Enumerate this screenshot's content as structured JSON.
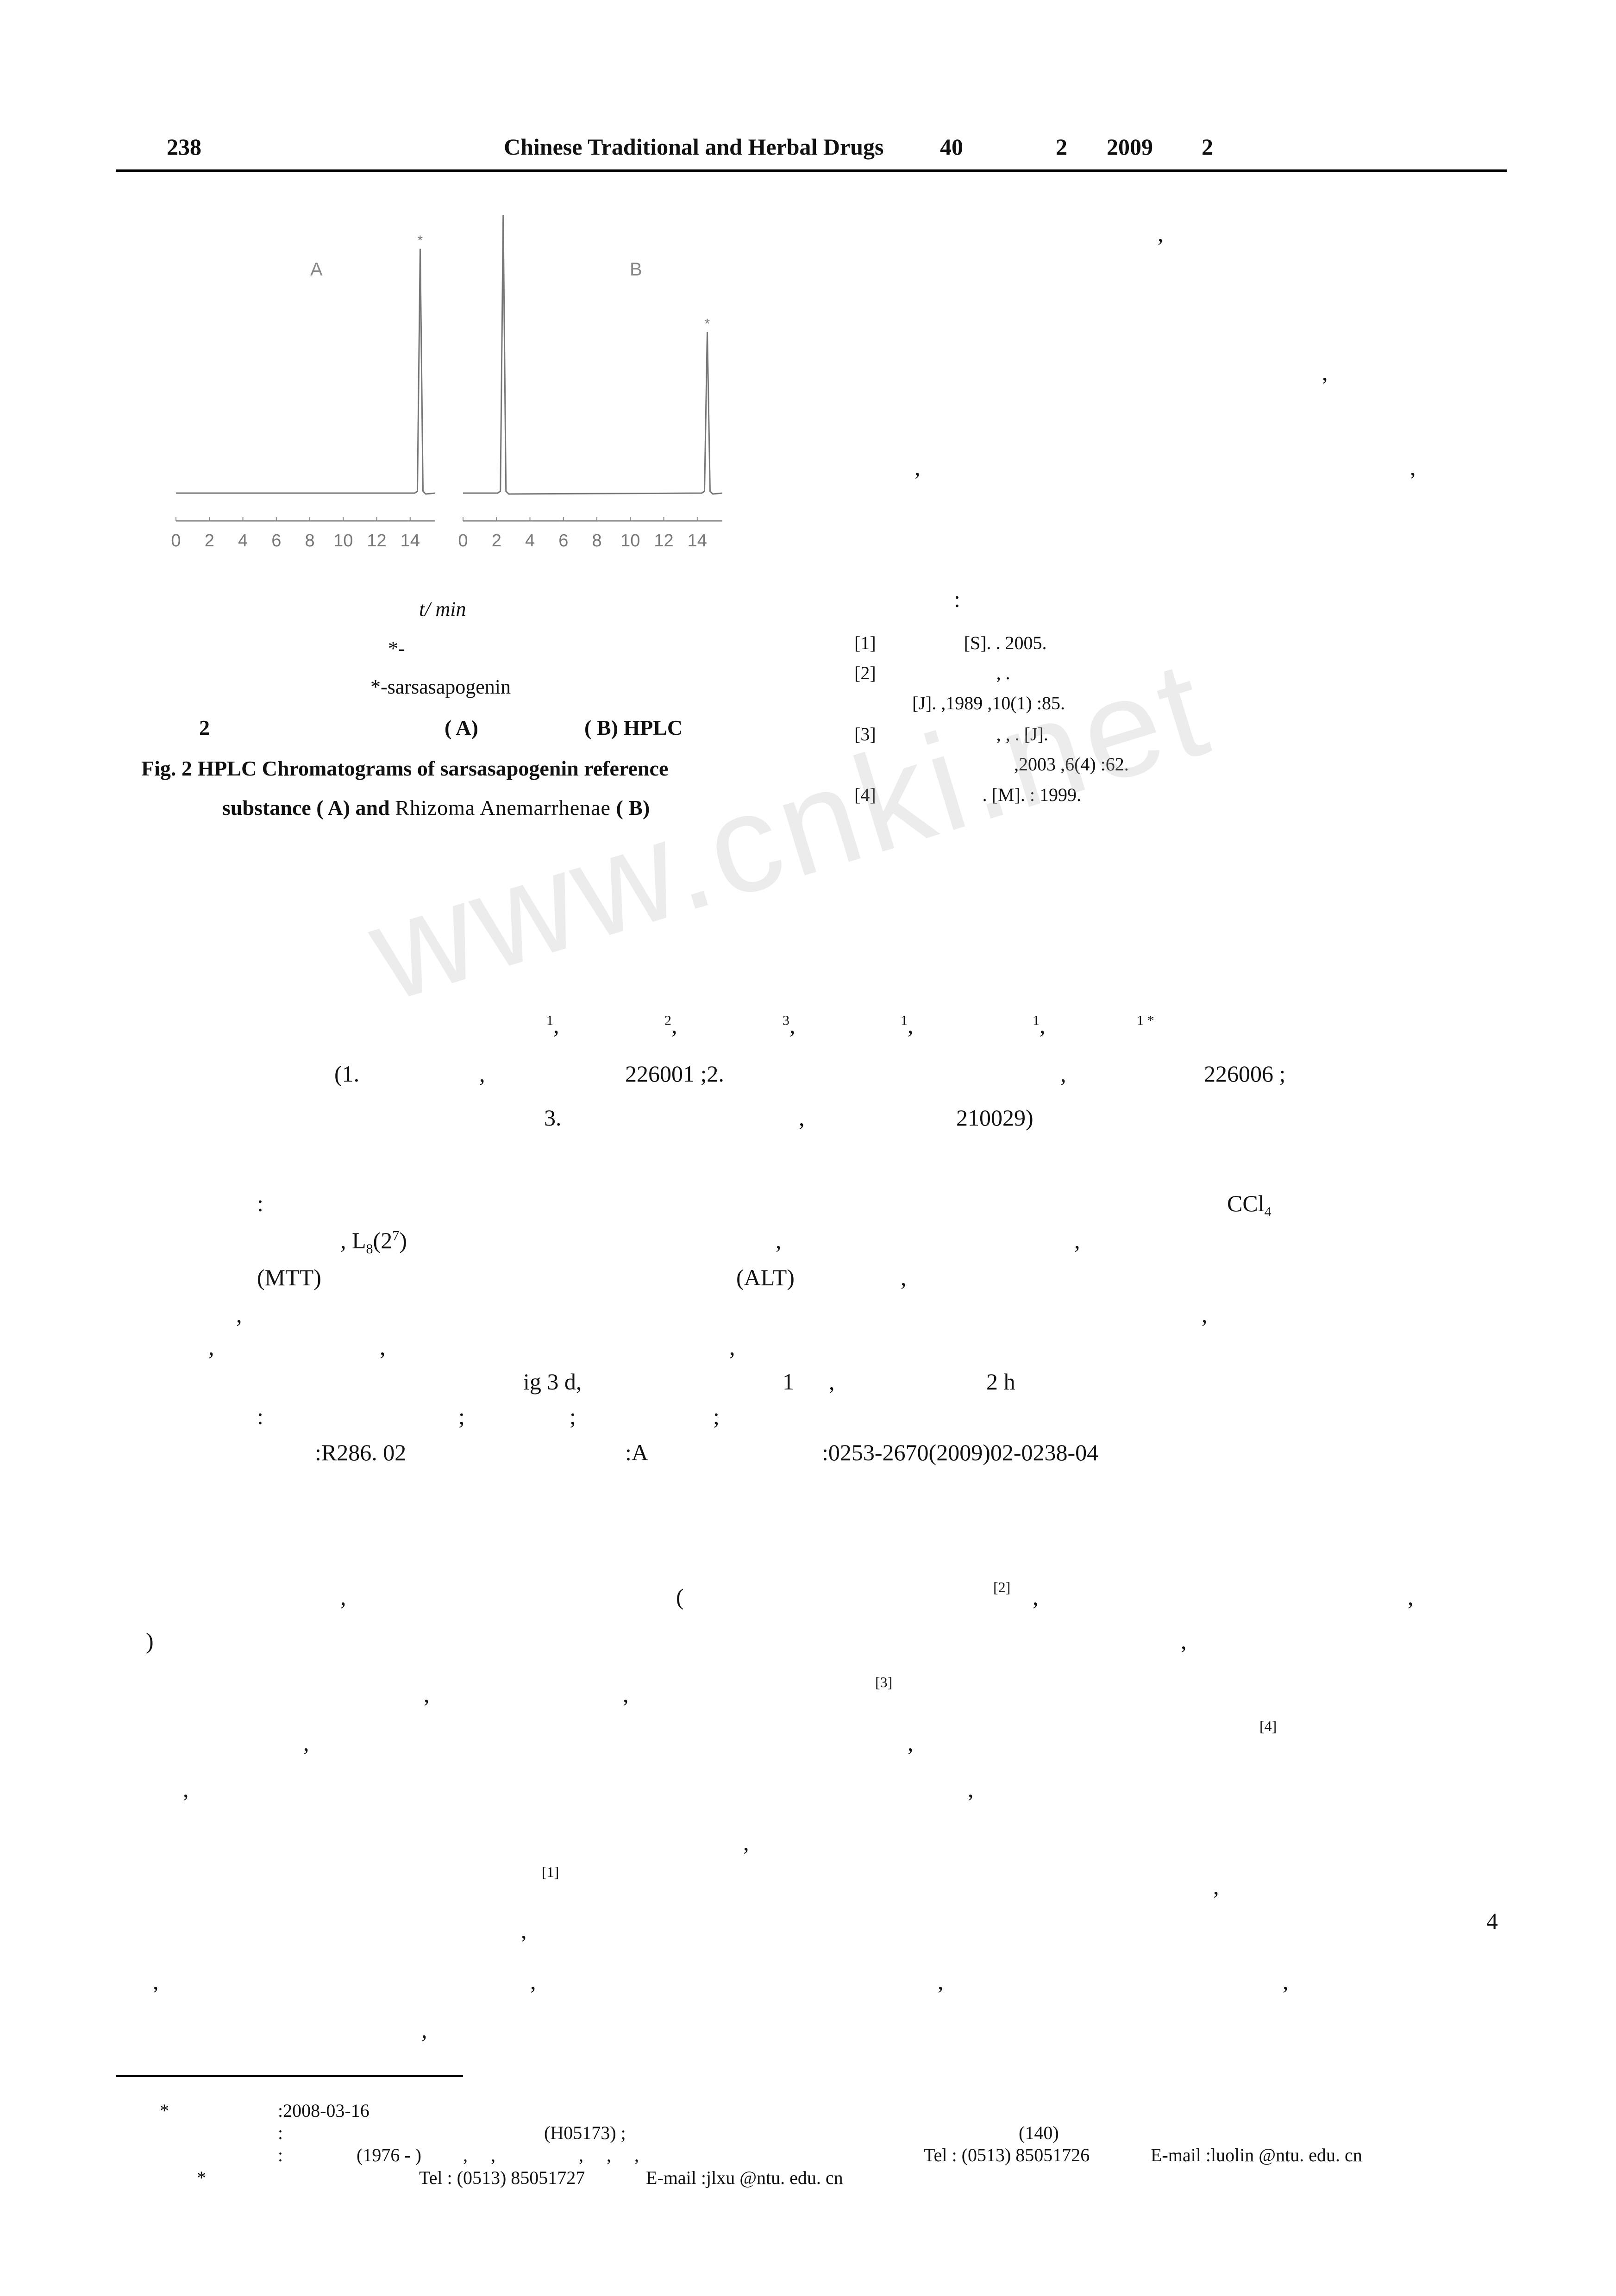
{
  "header": {
    "page_number": "238",
    "journal": "Chinese Traditional and Herbal Drugs",
    "volume": "40",
    "issue": "2",
    "year": "2009",
    "month": "2"
  },
  "figure": {
    "panel_a_label": "A",
    "panel_b_label": "B",
    "star": "*",
    "axis_label": "t/ min",
    "legend_star": "*-",
    "legend": "*-sarsasapogenin",
    "caption_num": "2",
    "caption_a": "( A)",
    "caption_b": "( B) HPLC",
    "caption_en_1": "Fig. 2 HPLC Chromatograms of sarsasapogenin reference",
    "caption_en_2_a": "substance ( A) and",
    "caption_en_2_b": "Rhizoma Anemarrhenae",
    "caption_en_2_c": "( B)"
  },
  "chart_data": {
    "type": "line",
    "xlabel": "t/ min",
    "x_ticks": [
      0,
      2,
      4,
      6,
      8,
      10,
      12,
      14
    ],
    "xlim": [
      0,
      15.5
    ],
    "panels": [
      {
        "name": "A",
        "peaks": [
          {
            "t": 14.6,
            "height": 0.88,
            "marked": true
          }
        ]
      },
      {
        "name": "B",
        "peaks": [
          {
            "t": 2.4,
            "height": 1.0,
            "marked": false
          },
          {
            "t": 14.6,
            "height": 0.58,
            "marked": true
          }
        ]
      }
    ]
  },
  "right_column": {
    "commas": [
      ",",
      ",",
      ",",
      ","
    ],
    "refs_colon": ":",
    "refs": [
      {
        "num": "[1]",
        "text": "[S].      . 2005."
      },
      {
        "num": "[2]",
        "text": ",        ."
      },
      {
        "num": "",
        "text": "[J].                ,1989 ,10(1) :85."
      },
      {
        "num": "[3]",
        "text": ",          ,          .                                        [J]."
      },
      {
        "num": "",
        "text": ",2003 ,6(4) :62."
      },
      {
        "num": "[4]",
        "text": ".                  [M].        :                           1999."
      }
    ]
  },
  "authors": {
    "affil_1": "(1.",
    "affil_1_comma": ",",
    "affil_1_zip": "226001 ;2.",
    "affil_2_comma": ",",
    "affil_2_zip": "226006 ;",
    "affil_3": "3.",
    "affil_3_comma": ",",
    "affil_3_zip": "210029)"
  },
  "abstract": {
    "colon": ":",
    "ccl4": "CCl",
    "ccl4_sub": "4",
    "l8": ", L",
    "l8_sub": "8",
    "l8_rest": "(2",
    "l8_sup": "7",
    "l8_close": ")",
    "mtt": "(MTT)",
    "alt": "(ALT)",
    "dose": "ig 3 d,",
    "one": "1",
    "two_h": "2 h",
    "keywords_colon": ":",
    "clc": ":R286. 02",
    "doc_code": ":A",
    "article_id": ":0253-2670(2009)02-0238-04"
  },
  "body": {
    "open_paren": "(",
    "close_paren": ")",
    "cite_1": "[1]",
    "cite_2": "[2]",
    "cite_3": "[3]",
    "cite_4": "[4]",
    "margin_number": "4"
  },
  "footnotes": {
    "received": ":2008-03-16",
    "grant_1": "(H05173) ;",
    "grant_2": "(140)",
    "author_years": "(1976 - )",
    "tel_1": "Tel : (0513) 85051726",
    "email_1": "E-mail :luolin @ntu. edu. cn",
    "tel_2": "Tel : (0513) 85051727",
    "email_2": "E-mail :jlxu @ntu. edu. cn"
  },
  "watermark": "www.cnki.net"
}
